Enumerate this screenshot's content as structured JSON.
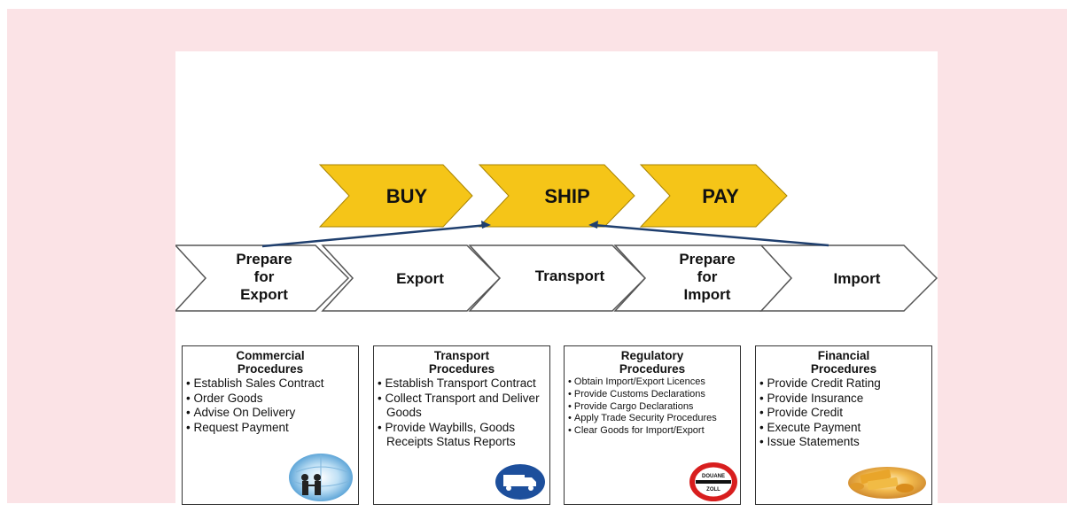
{
  "top_chevrons": [
    {
      "label": "BUY"
    },
    {
      "label": "SHIP"
    },
    {
      "label": "PAY"
    }
  ],
  "steps": [
    {
      "line1": "Prepare",
      "line2": "for",
      "line3": "Export"
    },
    {
      "line1": "Export"
    },
    {
      "line1": "Transport"
    },
    {
      "line1": "Prepare",
      "line2": "for",
      "line3": "Import"
    },
    {
      "line1": "Import"
    }
  ],
  "boxes": [
    {
      "title1": "Commercial",
      "title2": "Procedures",
      "items": [
        "Establish Sales Contract",
        "Order Goods",
        "Advise On Delivery",
        "Request Payment"
      ],
      "icon": "business-handshake-icon"
    },
    {
      "title1": "Transport",
      "title2": "Procedures",
      "items": [
        "Establish Transport Contract",
        "Collect Transport and Deliver Goods",
        "Provide Waybills, Goods Receipts Status Reports"
      ],
      "icon": "truck-sign-icon"
    },
    {
      "title1": "Regulatory",
      "title2": "Procedures",
      "items": [
        "Obtain Import/Export Licences",
        "Provide Customs Declarations",
        "Provide Cargo Declarations",
        "Apply Trade Security Procedures",
        "Clear Goods for Import/Export"
      ],
      "icon": "customs-stop-sign-icon",
      "sign_top": "DOUANE",
      "sign_bottom": "ZOLL"
    },
    {
      "title1": "Financial",
      "title2": "Procedures",
      "items": [
        "Provide Credit Rating",
        "Provide Insurance",
        "Provide Credit",
        "Execute Payment",
        "Issue Statements"
      ],
      "icon": "gold-coins-icon"
    }
  ],
  "colors": {
    "page_background": "#fbe3e6",
    "chevron_yellow": "#f5c518",
    "chevron_outline": "#555555",
    "arrow_blue": "#1f3f6e",
    "sign_blue": "#1d4f9c",
    "sign_red": "#d81e1e"
  }
}
